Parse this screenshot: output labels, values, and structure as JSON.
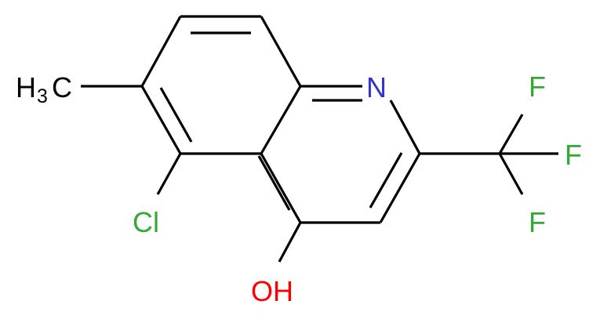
{
  "molecule": {
    "atoms": {
      "nitrogen": {
        "text": "N",
        "color": "#3333cc"
      },
      "chlorine": {
        "text": "Cl",
        "color": "#33aa33"
      },
      "hydroxyl": {
        "text": "OH",
        "color": "#ff0000"
      },
      "fluorine_1": {
        "text": "F",
        "color": "#33aa33"
      },
      "fluorine_2": {
        "text": "F",
        "color": "#33aa33"
      },
      "fluorine_3": {
        "text": "F",
        "color": "#33aa33"
      },
      "methyl": {
        "h": "H",
        "sub": "3",
        "c": "C",
        "color": "#000000"
      }
    }
  }
}
